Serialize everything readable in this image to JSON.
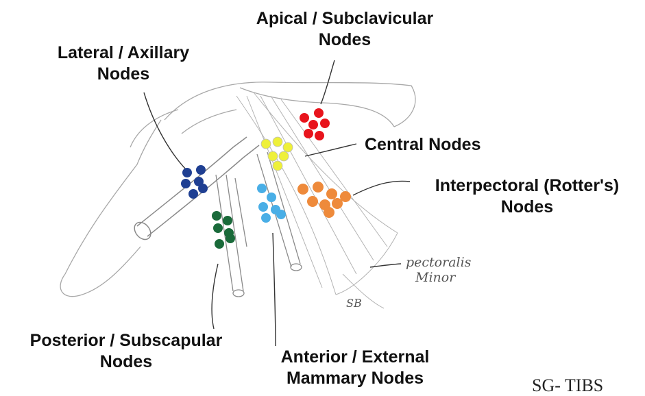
{
  "labels": {
    "apical": {
      "line1": "Apical / Subclavicular",
      "line2": "Nodes"
    },
    "lateral": {
      "line1": "Lateral / Axillary",
      "line2": "Nodes"
    },
    "central": {
      "line1": "Central Nodes"
    },
    "interpectoral": {
      "line1": "Interpectoral (Rotter's)",
      "line2": "Nodes"
    },
    "posterior": {
      "line1": "Posterior / Subscapular",
      "line2": "Nodes"
    },
    "anterior": {
      "line1": "Anterior / External",
      "line2": "Mammary Nodes"
    }
  },
  "sketch_notes": {
    "muscle_line1": "pectoralis",
    "muscle_line2": "Minor",
    "initials": "SB"
  },
  "credit": "SG- TIBS",
  "colors": {
    "apical": "#e8141c",
    "central": "#eef03a",
    "lateral": "#1f3f92",
    "interpectoral": "#ee8a3b",
    "anterior": "#49aee6",
    "posterior": "#1a6a3a",
    "sketch": "#9a9a9a"
  },
  "node_counts": {
    "apical": 6,
    "central": 6,
    "lateral": 6,
    "interpectoral": 8,
    "anterior": 6,
    "posterior": 6
  }
}
